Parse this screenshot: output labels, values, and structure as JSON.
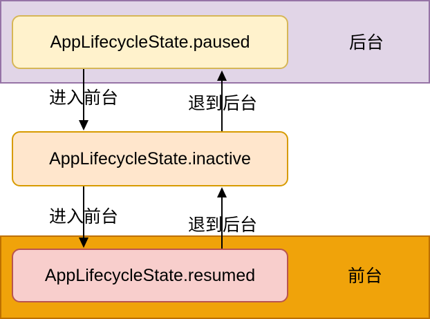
{
  "diagram": {
    "title_context": "Flutter AppLifecycleState transition diagram",
    "zones": [
      {
        "id": "background-zone",
        "label": "后台",
        "fill": "#e1d5e7",
        "stroke": "#9673a6"
      },
      {
        "id": "foreground-zone",
        "label": "前台",
        "fill": "#f0a30a",
        "stroke": "#bd7000"
      }
    ],
    "states": [
      {
        "id": "paused",
        "label": "AppLifecycleState.paused",
        "fill": "#fff2cc",
        "stroke": "#d6b656"
      },
      {
        "id": "inactive",
        "label": "AppLifecycleState.inactive",
        "fill": "#ffe6cc",
        "stroke": "#d79b00"
      },
      {
        "id": "resumed",
        "label": "AppLifecycleState.resumed",
        "fill": "#f8cecc",
        "stroke": "#b85450"
      }
    ],
    "transitions": [
      {
        "id": "paused-to-inactive",
        "label": "进入前台",
        "direction": "down",
        "from": "paused",
        "to": "inactive"
      },
      {
        "id": "inactive-to-paused",
        "label": "退到后台",
        "direction": "up",
        "from": "inactive",
        "to": "paused"
      },
      {
        "id": "inactive-to-resumed",
        "label": "进入前台",
        "direction": "down",
        "from": "inactive",
        "to": "resumed"
      },
      {
        "id": "resumed-to-inactive",
        "label": "退到后台",
        "direction": "up",
        "from": "resumed",
        "to": "inactive"
      }
    ],
    "arrow_color": "#000000"
  }
}
